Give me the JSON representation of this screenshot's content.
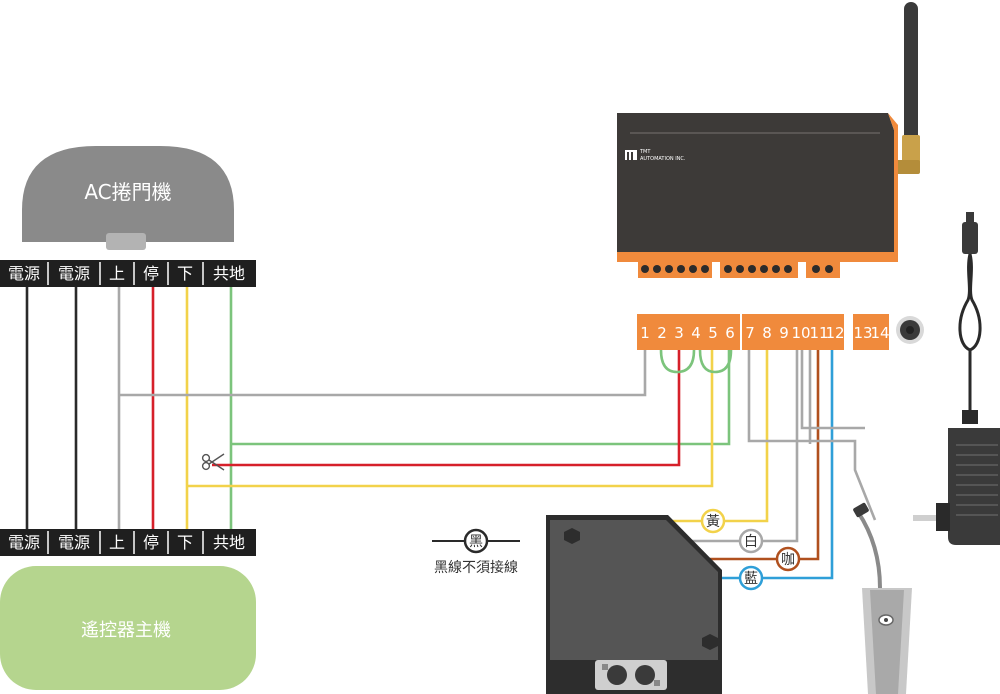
{
  "ac_unit": {
    "label": "AC捲門機"
  },
  "remote_unit": {
    "label": "遙控器主機"
  },
  "top_terminals": [
    "電源",
    "電源",
    "上",
    "停",
    "下",
    "共地"
  ],
  "bottom_terminals": [
    "電源",
    "電源",
    "上",
    "停",
    "下",
    "共地"
  ],
  "controller": {
    "brand_line1": "TMT",
    "brand_line2": "AUTOMATION INC.",
    "terminal_group_a": [
      "1",
      "2",
      "3",
      "4",
      "5",
      "6"
    ],
    "terminal_group_b": [
      "7",
      "8",
      "9",
      "10",
      "11",
      "12"
    ],
    "terminal_group_c": [
      "13",
      "14"
    ]
  },
  "wire_badges": {
    "yellow": "黃",
    "white": "白",
    "brown": "咖",
    "blue": "藍"
  },
  "legend": {
    "badge": "黑",
    "text": "黑線不須接線"
  },
  "colors": {
    "orange": "#f08a3c",
    "device_dark": "#3d3a38",
    "ac_gray": "#8a8a8a",
    "remote_green": "#b5d58e",
    "wire_red": "#d6202a",
    "wire_yellow": "#f2d24a",
    "wire_green": "#7cc47c",
    "wire_gray": "#a8a8a8",
    "wire_brown": "#b0501e",
    "wire_blue": "#2f9fd8"
  }
}
